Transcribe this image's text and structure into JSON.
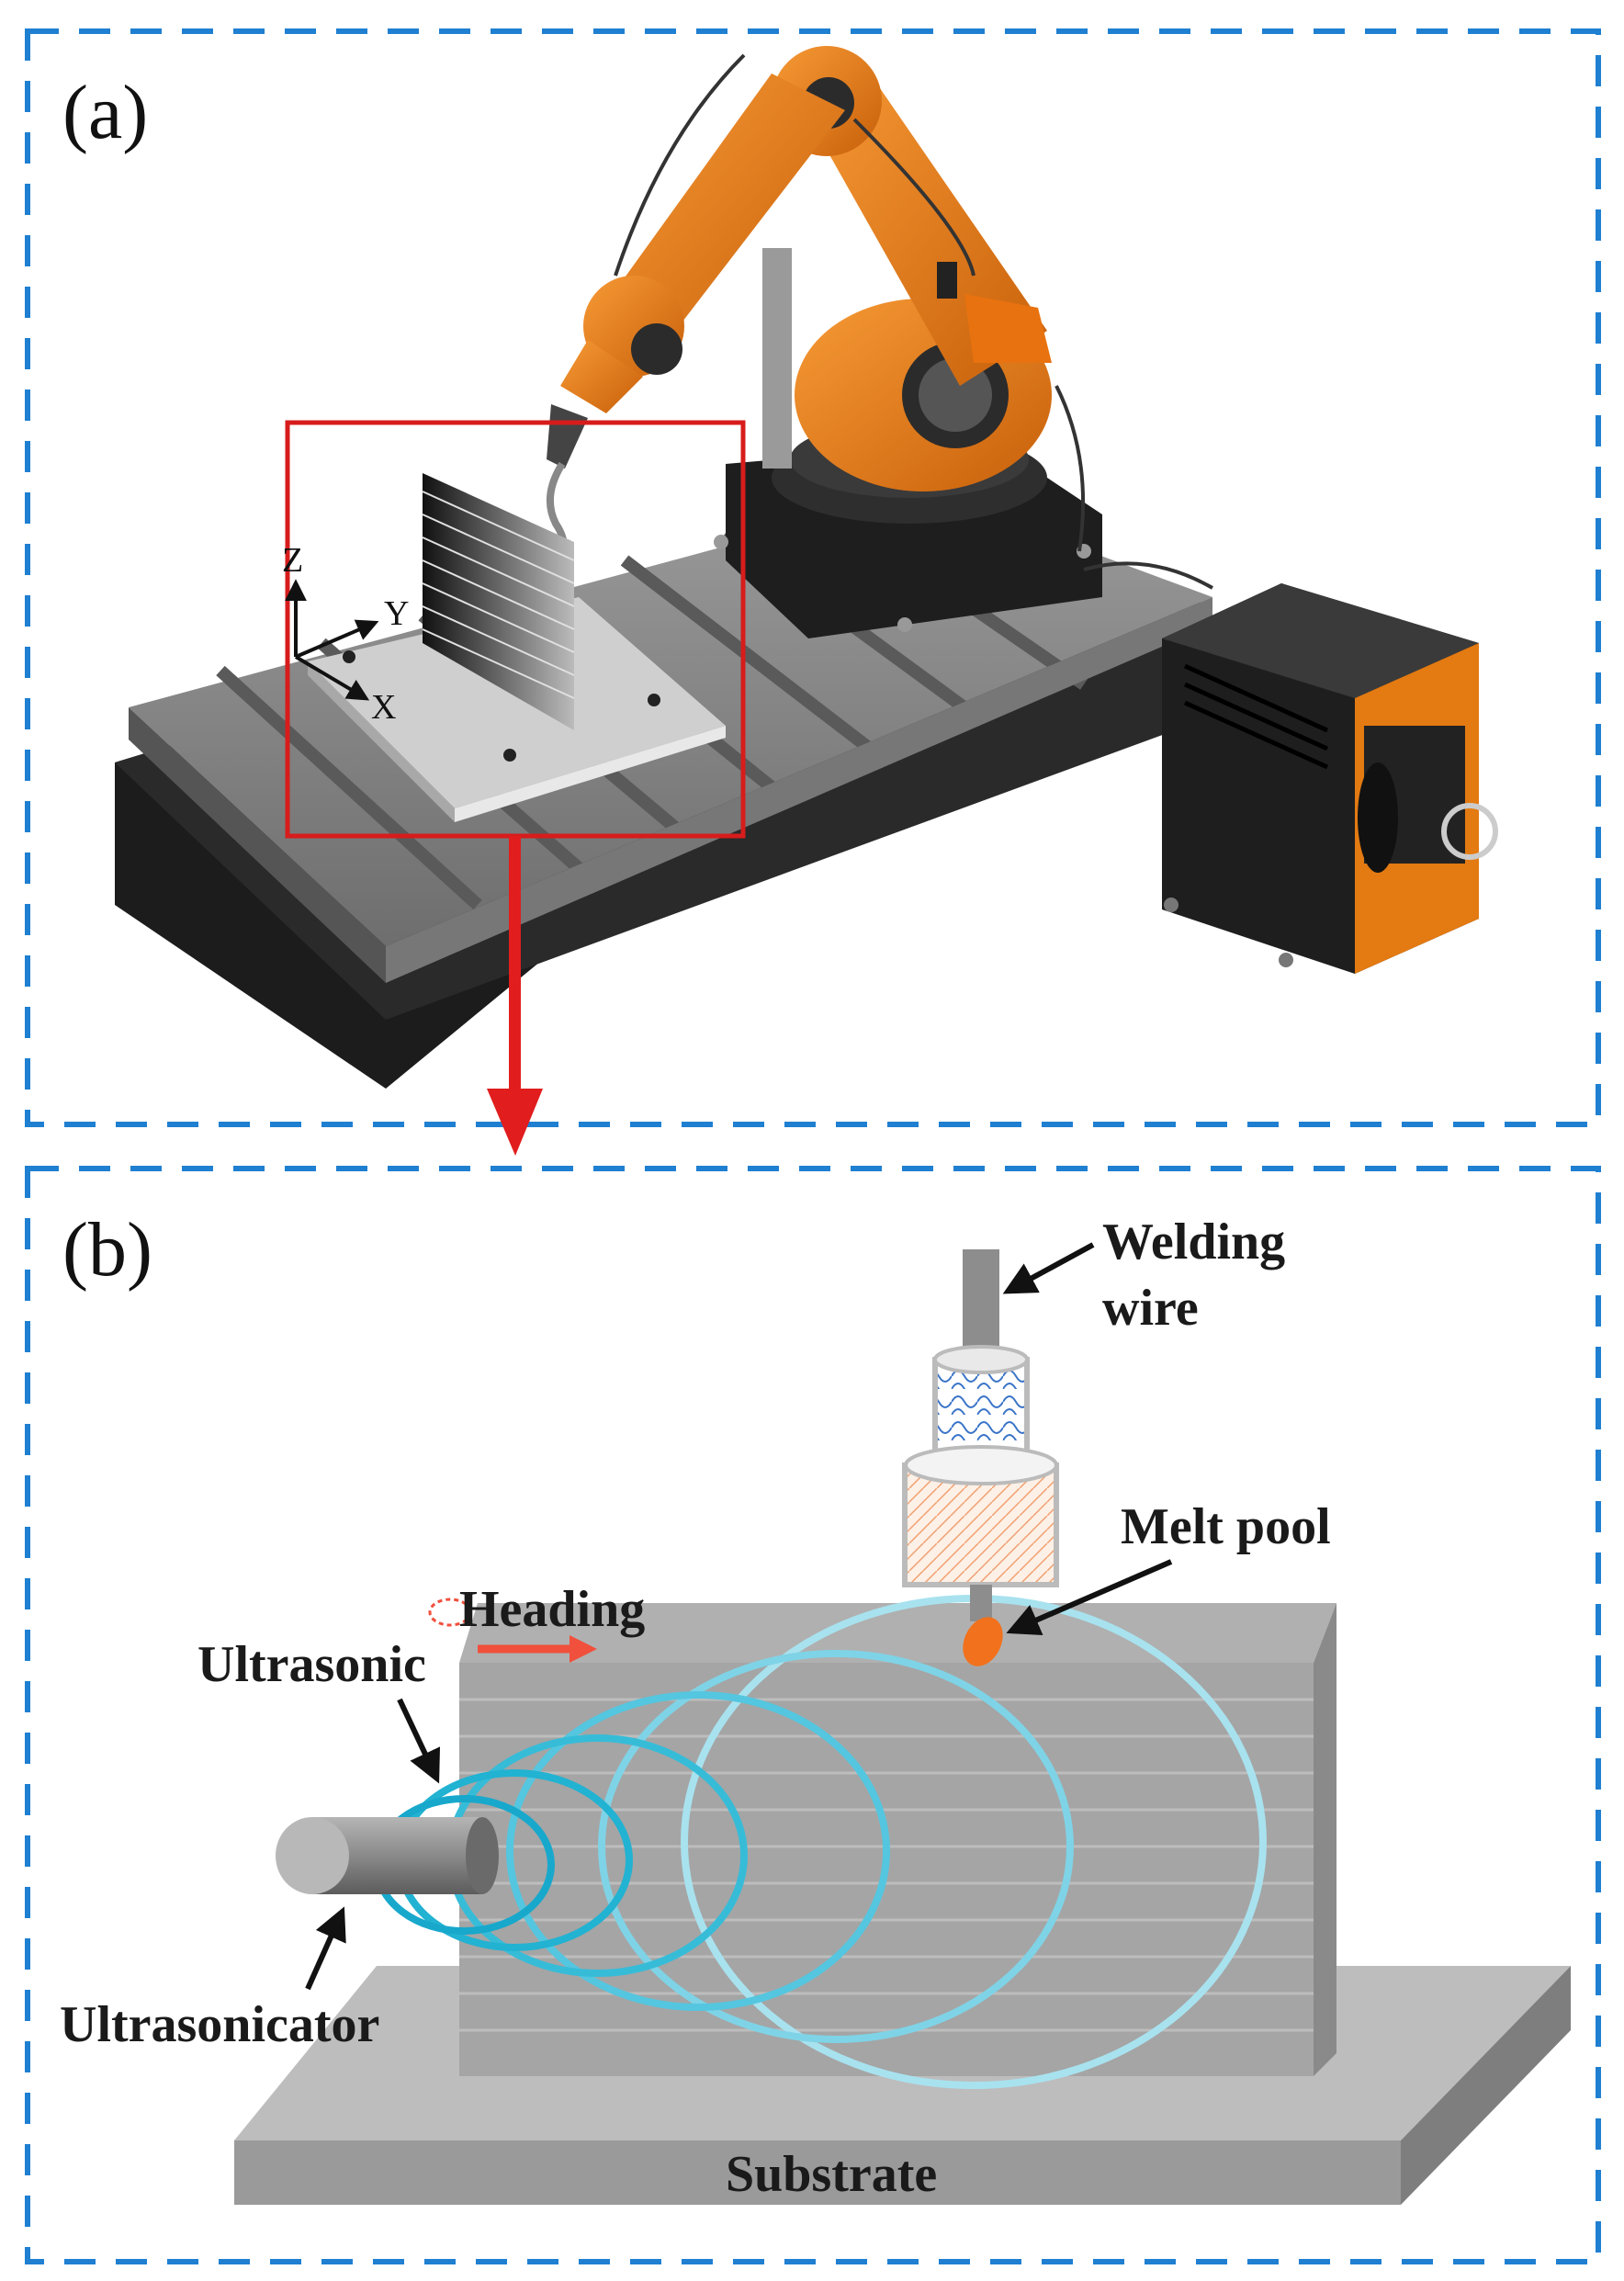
{
  "panel_a": {
    "label": "(a)",
    "axes": {
      "z": "Z",
      "y": "Y",
      "x": "X"
    }
  },
  "panel_b": {
    "label": "(b)",
    "labels": {
      "welding_wire_line1": "Welding",
      "welding_wire_line2": "wire",
      "melt_pool": "Melt pool",
      "heading": "Heading",
      "ultrasonic": "Ultrasonic",
      "ultrasonicator": "Ultrasonicator",
      "substrate": "Substrate"
    }
  },
  "colors": {
    "frame_dash": "#1f7fd1",
    "highlight_box": "#d71c1c",
    "robot_orange": "#f07c12",
    "wave_cyan": "#27b8d6",
    "melt_pool": "#f2711c",
    "heading_arrow": "#f0503c"
  }
}
